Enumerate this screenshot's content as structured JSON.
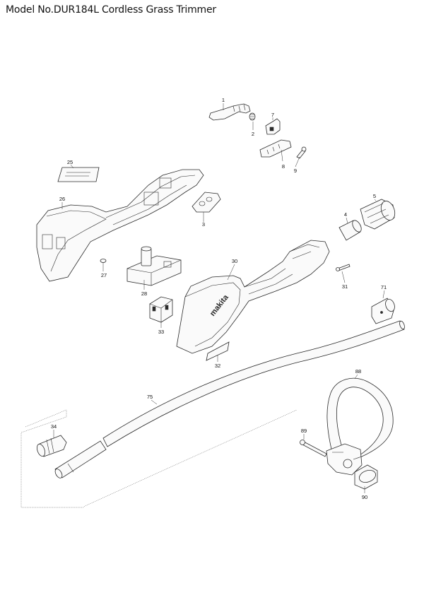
{
  "title": "Model No.DUR184L Cordless Grass Trimmer",
  "parts": [
    {
      "ref": "1"
    },
    {
      "ref": "2"
    },
    {
      "ref": "3"
    },
    {
      "ref": "4"
    },
    {
      "ref": "5"
    },
    {
      "ref": "7"
    },
    {
      "ref": "8"
    },
    {
      "ref": "9"
    },
    {
      "ref": "25"
    },
    {
      "ref": "26"
    },
    {
      "ref": "27"
    },
    {
      "ref": "28"
    },
    {
      "ref": "30"
    },
    {
      "ref": "31"
    },
    {
      "ref": "32"
    },
    {
      "ref": "33"
    },
    {
      "ref": "34"
    },
    {
      "ref": "71"
    },
    {
      "ref": "75"
    },
    {
      "ref": "88"
    },
    {
      "ref": "89"
    },
    {
      "ref": "90"
    }
  ],
  "logo_text": "makita"
}
